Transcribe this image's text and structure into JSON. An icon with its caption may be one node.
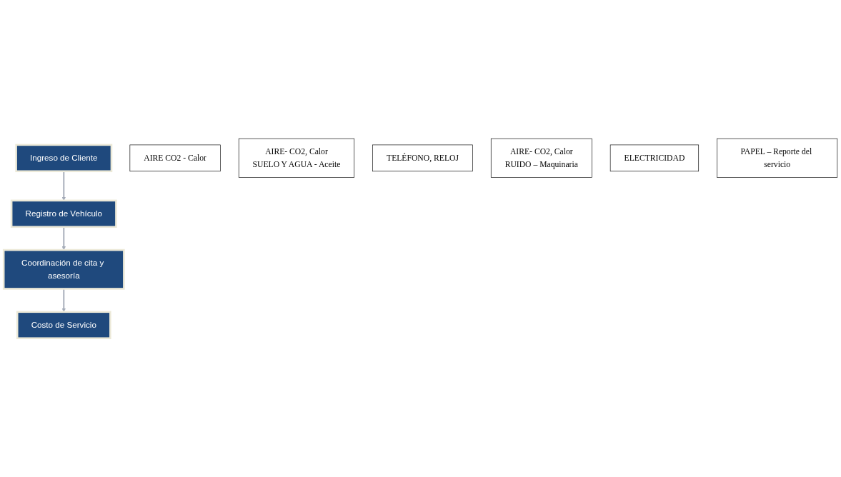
{
  "diagram": {
    "nodes": [
      {
        "text": [
          "Ingreso de Cliente"
        ]
      },
      {
        "text": [
          "AIRE CO2 - Calor"
        ]
      },
      {
        "text": [
          "Registro de Vehículo"
        ]
      },
      {
        "text": [
          "AIRE- CO2, Calor",
          "SUELO Y AGUA - Aceite"
        ]
      },
      {
        "text": [
          "TELÉFONO, RELOJ"
        ]
      },
      {
        "text": [
          "Coordinación de cita y asesoría"
        ]
      },
      {
        "text": [
          "AIRE- CO2, Calor",
          "RUIDO – Maquinaria"
        ]
      },
      {
        "text": [
          "ELECTRICIDAD"
        ]
      },
      {
        "text": [
          "Costo de Servicio"
        ]
      },
      {
        "text": [
          "PAPEL – Reporte del servicio"
        ]
      }
    ],
    "edges": [
      {
        "from": 0,
        "to": 2,
        "arrow": "to"
      },
      {
        "from": 2,
        "to": 5,
        "arrow": "to"
      },
      {
        "from": 5,
        "to": 8,
        "arrow": "to"
      }
    ]
  }
}
